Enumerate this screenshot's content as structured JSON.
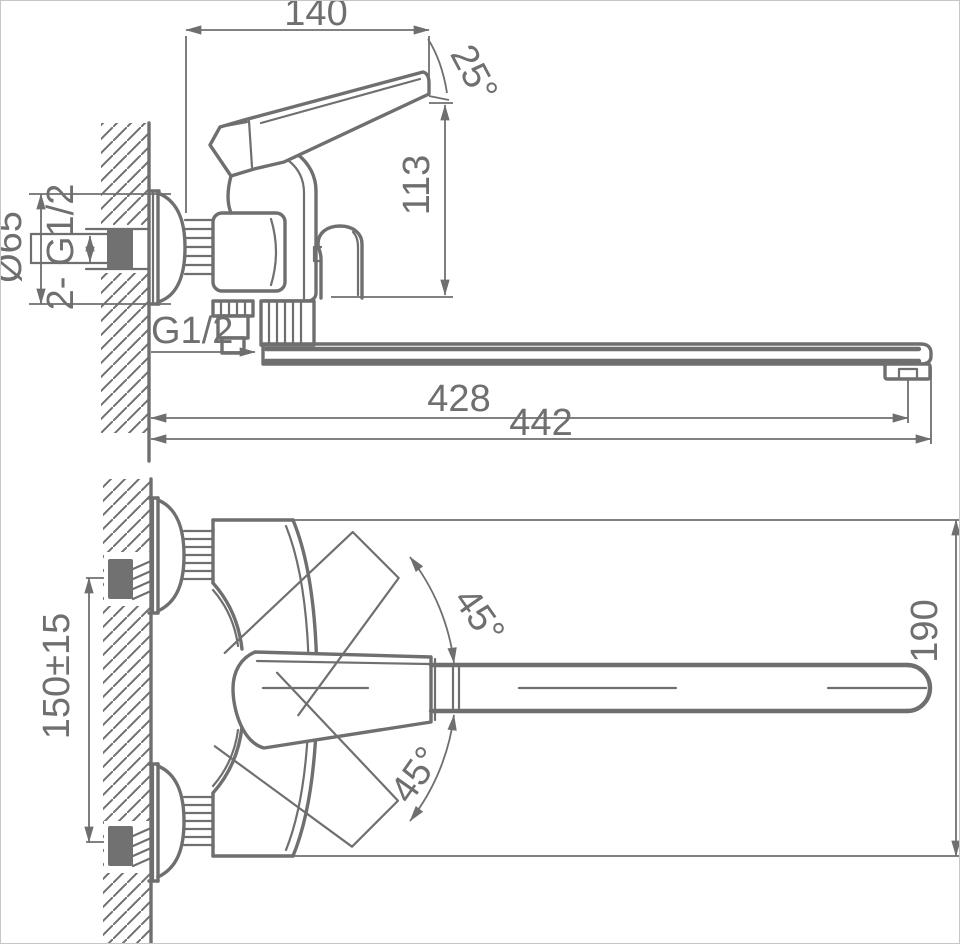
{
  "drawing": {
    "title": "Wall-mounted single-lever mixer faucet installation drawing",
    "colors": {
      "line": "#6f6f6f",
      "fitting_fill": "#717171",
      "background": "#ffffff"
    },
    "side_view": {
      "dim_handle_width": "140",
      "dim_handle_angle": "25°",
      "dim_height": "113",
      "dim_escutcheon": "Ø65",
      "dim_wall_connections": "2- G1/2",
      "dim_outlet_thread": "G1/2",
      "dim_spout_reach": "428",
      "dim_overall_reach": "442"
    },
    "top_view": {
      "dim_swing_up": "45°",
      "dim_swing_down": "45°",
      "dim_centers": "150±15",
      "dim_depth": "190"
    }
  }
}
